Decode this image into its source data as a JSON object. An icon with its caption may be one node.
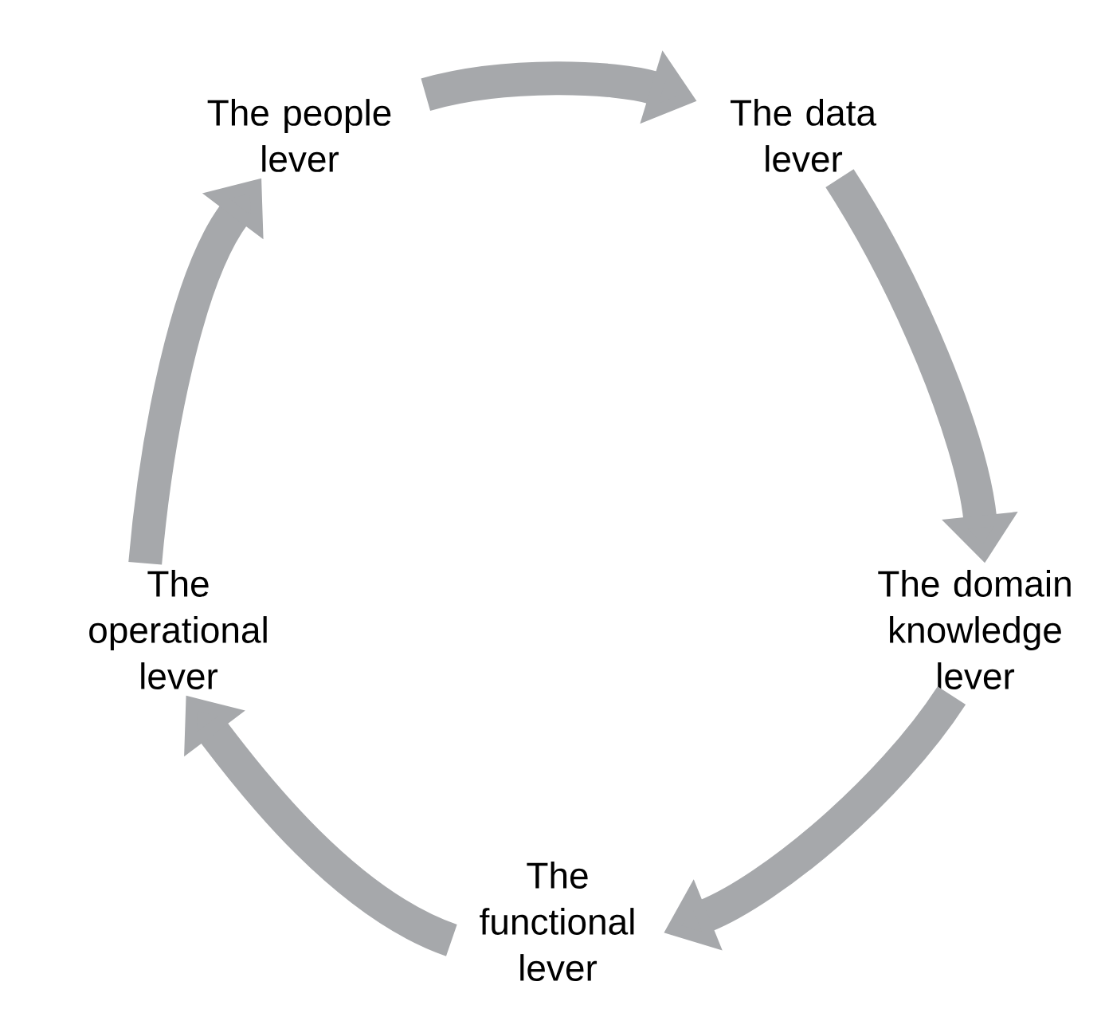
{
  "diagram": {
    "nodes": [
      {
        "text": [
          "The people lever"
        ]
      },
      {
        "text": [
          "The data lever"
        ]
      },
      {
        "text": [
          "The domain knowledge lever"
        ]
      },
      {
        "text": [
          "The functional lever"
        ]
      },
      {
        "text": [
          "The operational lever"
        ]
      }
    ],
    "edges": [
      {
        "from": 0,
        "to": 1,
        "arrow": "to"
      },
      {
        "from": 1,
        "to": 2,
        "arrow": "to"
      },
      {
        "from": 2,
        "to": 3,
        "arrow": "to"
      },
      {
        "from": 3,
        "to": 4,
        "arrow": "to"
      },
      {
        "from": 4,
        "to": 0,
        "arrow": "to"
      }
    ]
  }
}
